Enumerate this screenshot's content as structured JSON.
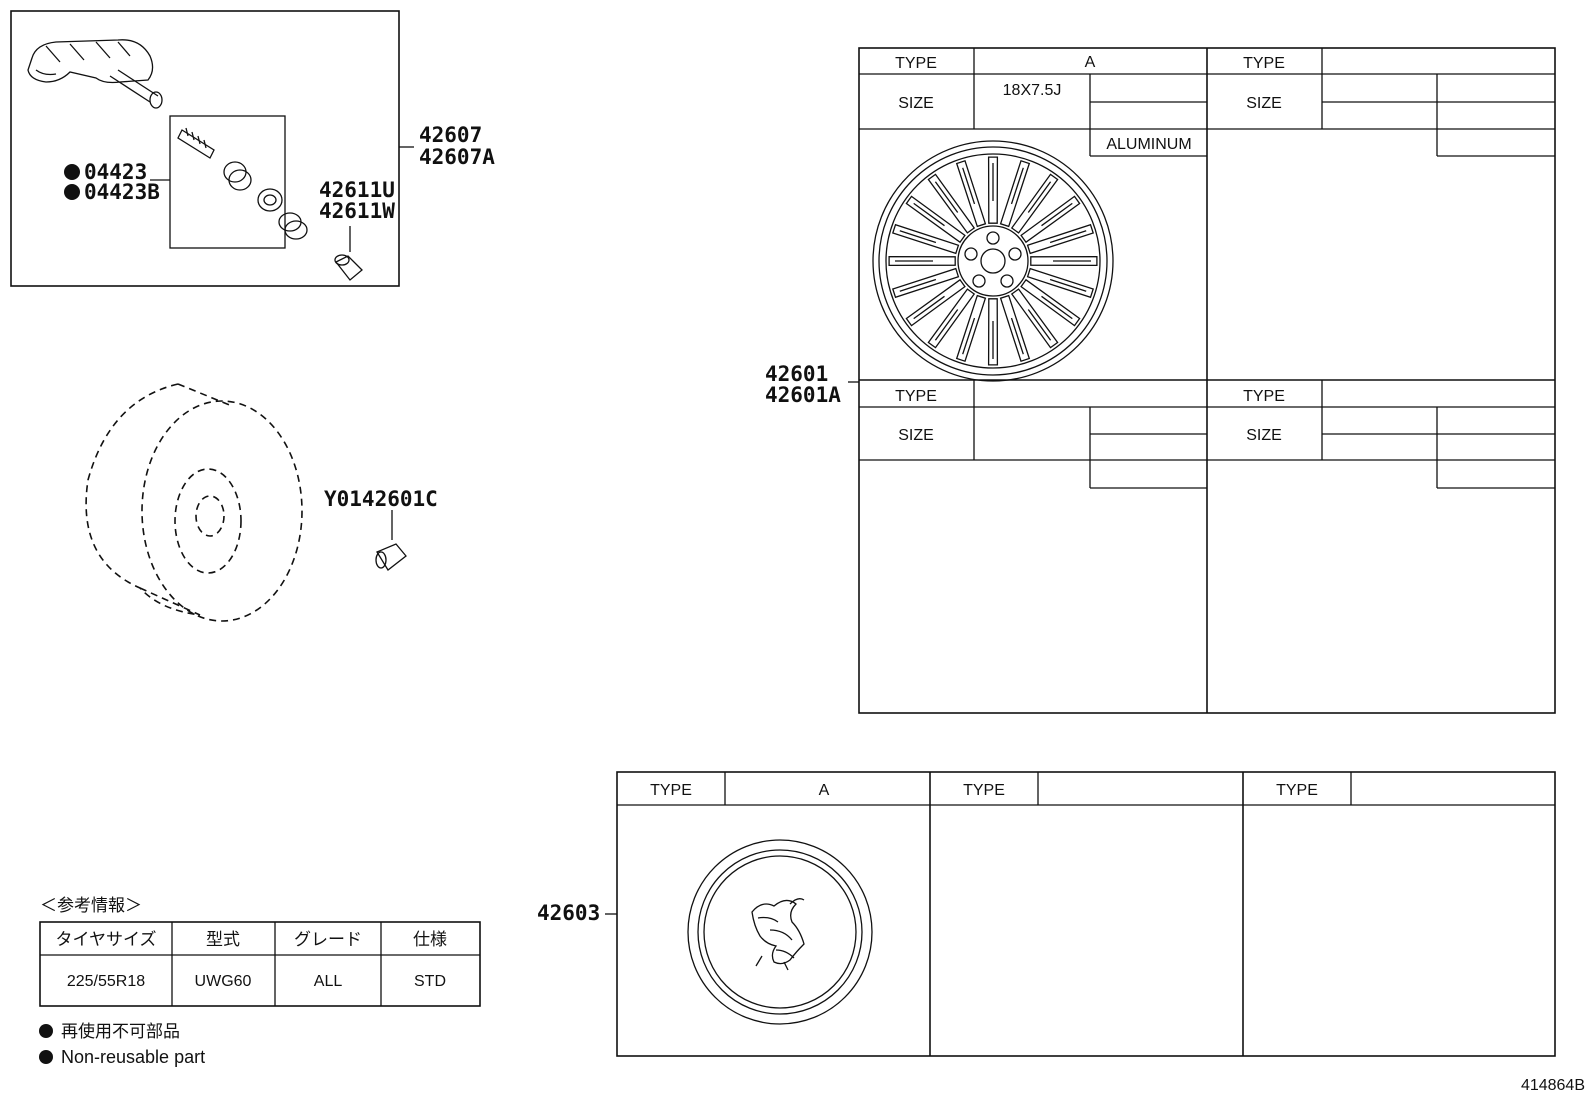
{
  "parts": {
    "valve_assembly": [
      "42607",
      "42607A"
    ],
    "valve_core": [
      "04423",
      "04423B"
    ],
    "valve_cap": [
      "42611U",
      "42611W"
    ],
    "wheel": [
      "42601",
      "42601A"
    ],
    "center_cap": "42603",
    "balance_weight": "Y0142601C"
  },
  "wheel_table": {
    "type_label": "TYPE",
    "size_label": "SIZE",
    "a": {
      "type": "A",
      "size": "18X7.5J",
      "material": "ALUMINUM"
    }
  },
  "cap_table": {
    "type_label": "TYPE",
    "a": {
      "type": "A"
    }
  },
  "reference": {
    "title": "＜参考情報＞",
    "headers": [
      "タイヤサイズ",
      "型式",
      "グレード",
      "仕様"
    ],
    "row": [
      "225/55R18",
      "UWG60",
      "ALL",
      "STD"
    ]
  },
  "legend": {
    "jp": "再使用不可部品",
    "en": "Non-reusable part"
  },
  "figure_id": "414864B"
}
